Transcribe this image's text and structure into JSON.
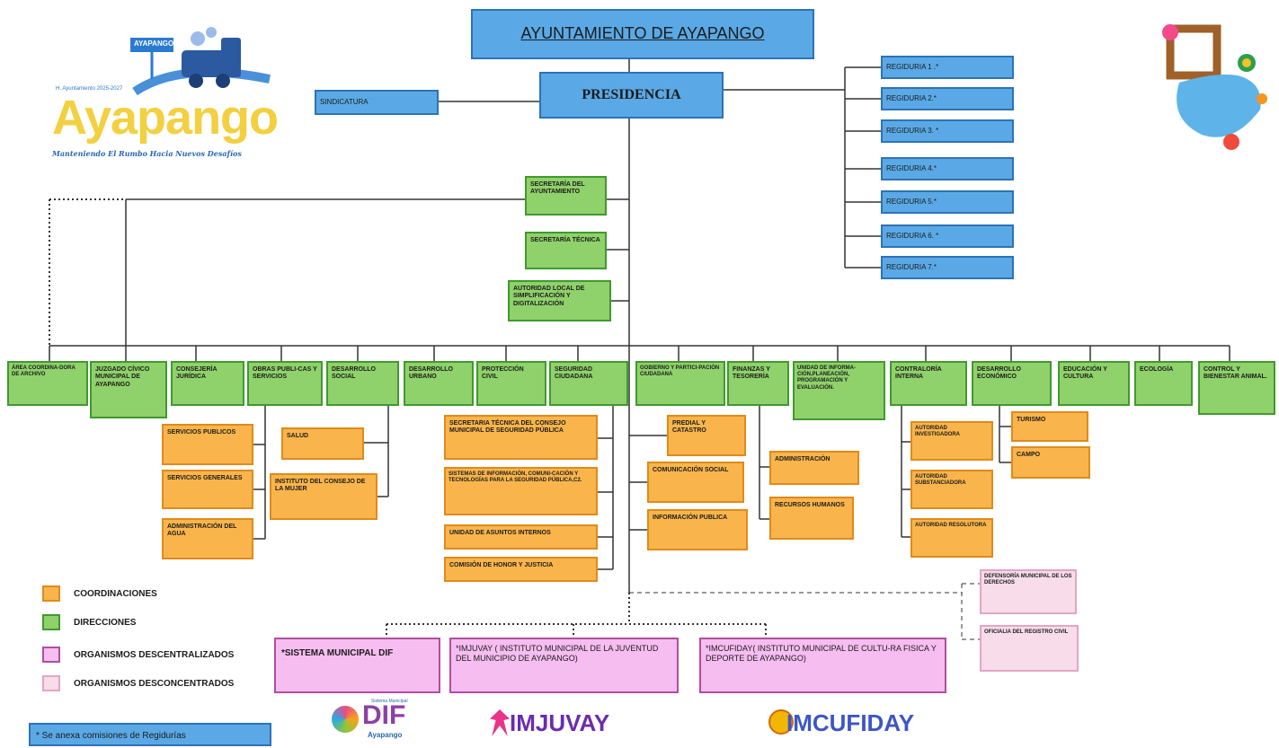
{
  "header": {
    "title": "AYUNTAMIENTO DE AYAPANGO"
  },
  "logo": {
    "sign": "AYAPANGO",
    "small": "H. Ayuntamiento 2025-2027",
    "name": "Ayapango",
    "slogan": "Manteniendo El Rumbo Hacia Nuevos Desafíos"
  },
  "top": {
    "presidencia": "PRESIDENCIA",
    "sindicatura": "SINDICATURA"
  },
  "regidurias": [
    "REGIDURIA 1 .*",
    "REGIDURIA 2.*",
    "REGIDURIA 3. *",
    "REGIDURIA 4.*",
    "REGIDURIA 5.*",
    "REGIDURIA 6. *",
    "REGIDURIA 7.*"
  ],
  "staff": [
    "SECRETARÍA DEL AYUNTAMIENTO",
    "SECRETARÍA TÉCNICA",
    "AUTORIDAD LOCAL DE SIMPLIFICACIÓN Y DIGITALIZACIÓN"
  ],
  "directions": [
    "ÁREA COORDINA-DORA DE ARCHIVO",
    "JUZGADO CÍVICO MUNICIPAL DE AYAPANGO",
    "CONSEJERÍA JURÍDICA",
    "OBRAS PUBLI-CAS Y SERVICIOS",
    "DESARROLLO SOCIAL",
    "DESARROLLO URBANO",
    "PROTECCIÓN CIVIL",
    "SEGURIDAD CIUDADANA",
    "GOBIERNO Y PARTICI-PACIÓN CIUDADANA",
    "FINANZAS Y TESORERÍA",
    "UNIDAD DE INFORMA-CIÓN,PLANEACIÓN, PROGRAMACIÓN Y EVALUACIÓN.",
    "CONTRALORÍA INTERNA",
    "DESARROLLO ECONÓMICO",
    "EDUCACIÓN Y CULTURA",
    "ECOLOGÍA",
    "CONTROL Y BIENESTAR ANIMAL."
  ],
  "coordinations": {
    "obras": [
      "SERVICIOS PUBLICOS",
      "SERVICIOS GENERALES",
      "ADMINISTRACIÓN DEL AGUA"
    ],
    "social": [
      "SALUD",
      "INSTITUTO DEL CONSEJO DE LA MUJER"
    ],
    "seguridad": [
      "SECRETARIA TÉCNICA DEL CONSEJO MUNICIPAL DE SEGURIDAD PÚBLICA",
      "SISTEMAS DE INFORMACIÓN, COMUNI-CACIÓN Y TECNOLOGÍAS PARA LA SEGURIDAD PÚBLICA,C2.",
      "UNIDAD DE ASUNTOS INTERNOS",
      "COMISIÓN DE HONOR Y JUSTICIA"
    ],
    "gobierno": [
      "PREDIAL Y CATASTRO",
      "COMUNICACIÓN SOCIAL",
      "INFORMACIÓN PUBLICA"
    ],
    "finanzas": [
      "ADMINISTRACIÓN",
      "RECURSOS HUMANOS"
    ],
    "contraloria": [
      "AUTORIDAD INVESTIGADORA",
      "AUTORIDAD SUBSTANCIADORA",
      "AUTORIDAD RESOLUTORA"
    ],
    "economico": [
      "TURISMO",
      "CAMPO"
    ]
  },
  "desconcentrados": [
    "DEFENSORÍA MUNICIPAL DE LOS DERECHOS",
    "OFICIALIA DEL REGISTRO CIVIL"
  ],
  "descentralizados": [
    "*SISTEMA MUNICIPAL DIF",
    "*IMJUVAY ( INSTITUTO MUNICIPAL DE LA JUVENTUD DEL MUNICIPIO DE AYAPANGO)",
    "*IMCUFIDAY( INSTITUTO MUNICIPAL DE CULTU-RA FISICA Y DEPORTE DE AYAPANGO)"
  ],
  "legend": [
    {
      "label": "COORDINACIONES",
      "color": "#f9b54c"
    },
    {
      "label": "DIRECCIONES",
      "color": "#8fd16a"
    },
    {
      "label": "ORGANISMOS DESCENTRALIZADOS",
      "color": "#f6bdf0"
    },
    {
      "label": "ORGANISMOS DESCONCENTRADOS",
      "color": "#f8dcea"
    }
  ],
  "note": "* Se anexa comisiones de Regidurías",
  "bottom_logos": {
    "dif_top": "Sistema Municipal",
    "dif": "DIF",
    "dif_sub": "Ayapango",
    "imjuvay": "IMJUVAY",
    "imcufiday": "IMCUFIDAY"
  }
}
